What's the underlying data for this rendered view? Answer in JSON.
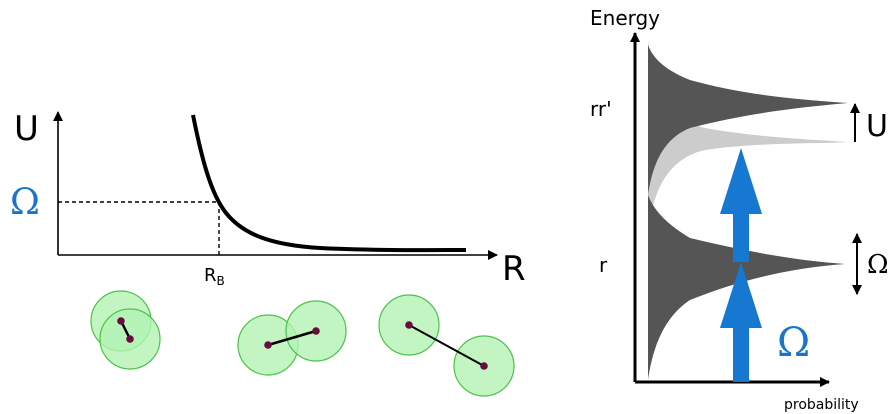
{
  "left_panel": {
    "y_axis_label": "U",
    "x_axis_label": "R",
    "omega_label": "Ω",
    "rb_main": "R",
    "rb_sub": "B"
  },
  "right_panel": {
    "y_axis_label": "Energy",
    "x_axis_label": "probability",
    "level_rr_label": "rr'",
    "level_r_label": "r",
    "u_width_label": "U",
    "omega_width_label": "Ω",
    "drive_label": "Ω"
  },
  "colors": {
    "omega_blue": "#1a75c9",
    "arrow_blue": "#1778d2",
    "sphere_fill": "#b3f2b3",
    "sphere_stroke": "#4cc24c",
    "atom_dot": "#6a0d3e",
    "peak_dark": "#555555",
    "peak_light": "#cccccc"
  }
}
